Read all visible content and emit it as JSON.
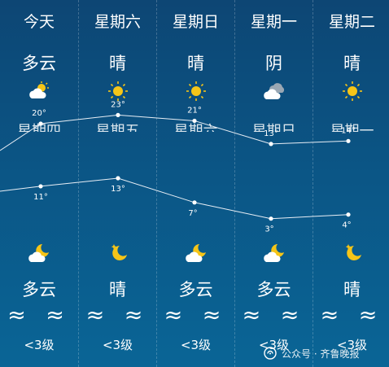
{
  "days": [
    {
      "name": "今天",
      "cond_day": "多云",
      "icon_day": "partly-cloudy-sun-icon",
      "cut_text": "星期四",
      "cond_night": "多云",
      "icon_night": "partly-cloudy-moon-icon",
      "wind_symbol": "≈ ≈",
      "wind": "<3级"
    },
    {
      "name": "星期六",
      "cond_day": "晴",
      "icon_day": "sun-icon",
      "cut_text": "星期五",
      "cond_night": "晴",
      "icon_night": "moon-star-icon",
      "wind_symbol": "≈ ≈",
      "wind": "<3级"
    },
    {
      "name": "星期日",
      "cond_day": "晴",
      "icon_day": "sun-icon",
      "cut_text": "星期六",
      "cond_night": "多云",
      "icon_night": "partly-cloudy-moon-icon",
      "wind_symbol": "≈ ≈",
      "wind": "<3级"
    },
    {
      "name": "星期一",
      "cond_day": "阴",
      "icon_day": "overcast-cloud-icon",
      "cut_text": "星期日",
      "cond_night": "多云",
      "icon_night": "partly-cloudy-moon-icon",
      "wind_symbol": "≈ ≈",
      "wind": "<3级"
    },
    {
      "name": "星期二",
      "cond_day": "晴",
      "icon_day": "sun-icon",
      "cut_text": "星期一",
      "cond_night": "晴",
      "icon_night": "moon-star-icon",
      "wind_symbol": "≈ ≈",
      "wind": "<3级"
    }
  ],
  "chart_data": {
    "type": "line",
    "categories": [
      "今天",
      "星期六",
      "星期日",
      "星期一",
      "星期二"
    ],
    "series": [
      {
        "values": [
          20,
          23,
          21,
          13,
          14
        ],
        "label_suffix": "°"
      },
      {
        "values": [
          11,
          13,
          7,
          3,
          4
        ],
        "label_suffix": "°"
      }
    ],
    "ylim": [
      0,
      25
    ],
    "grid": false,
    "line_color": "#e8eef5"
  },
  "watermark": {
    "text": "公众号 · 齐鲁晚报",
    "icon": "wechat-official-account-icon"
  }
}
